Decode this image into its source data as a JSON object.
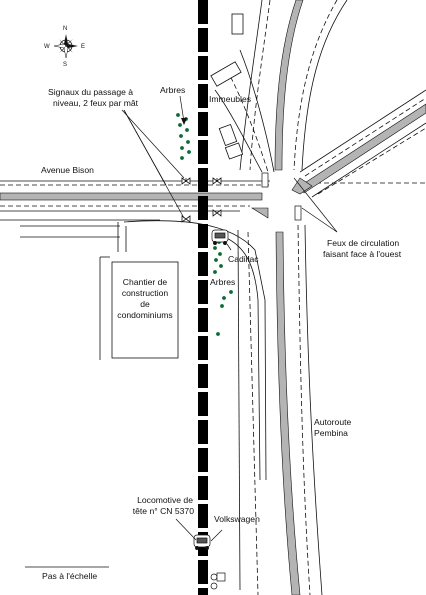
{
  "compass": {
    "north": "N",
    "south": "S",
    "east": "E",
    "west": "W"
  },
  "labels": {
    "signals_line1": "Signaux du passage à",
    "signals_line2": "niveau, 2 feux par mât",
    "trees_north": "Arbres",
    "buildings": "Immeubles",
    "avenue": "Avenue Bison",
    "traffic_lights_line1": "Feux de circulation",
    "traffic_lights_line2": "faisant face à l'ouest",
    "cadillac": "Cadillac",
    "trees_south": "Arbres",
    "construction_line1": "Chantier de",
    "construction_line2": "construction",
    "construction_line3": "de",
    "construction_line4": "condominiums",
    "highway_line1": "Autoroute",
    "highway_line2": "Pembina",
    "locomotive_line1": "Locomotive de",
    "locomotive_line2": "tête n° CN 5370",
    "volkswagen": "Volkswagen",
    "scale_note": "Pas à l'échelle"
  },
  "colors": {
    "tree_dot": "#0b6b35",
    "median": "#b4b4b4",
    "track": "#000000",
    "ink": "#111111"
  }
}
